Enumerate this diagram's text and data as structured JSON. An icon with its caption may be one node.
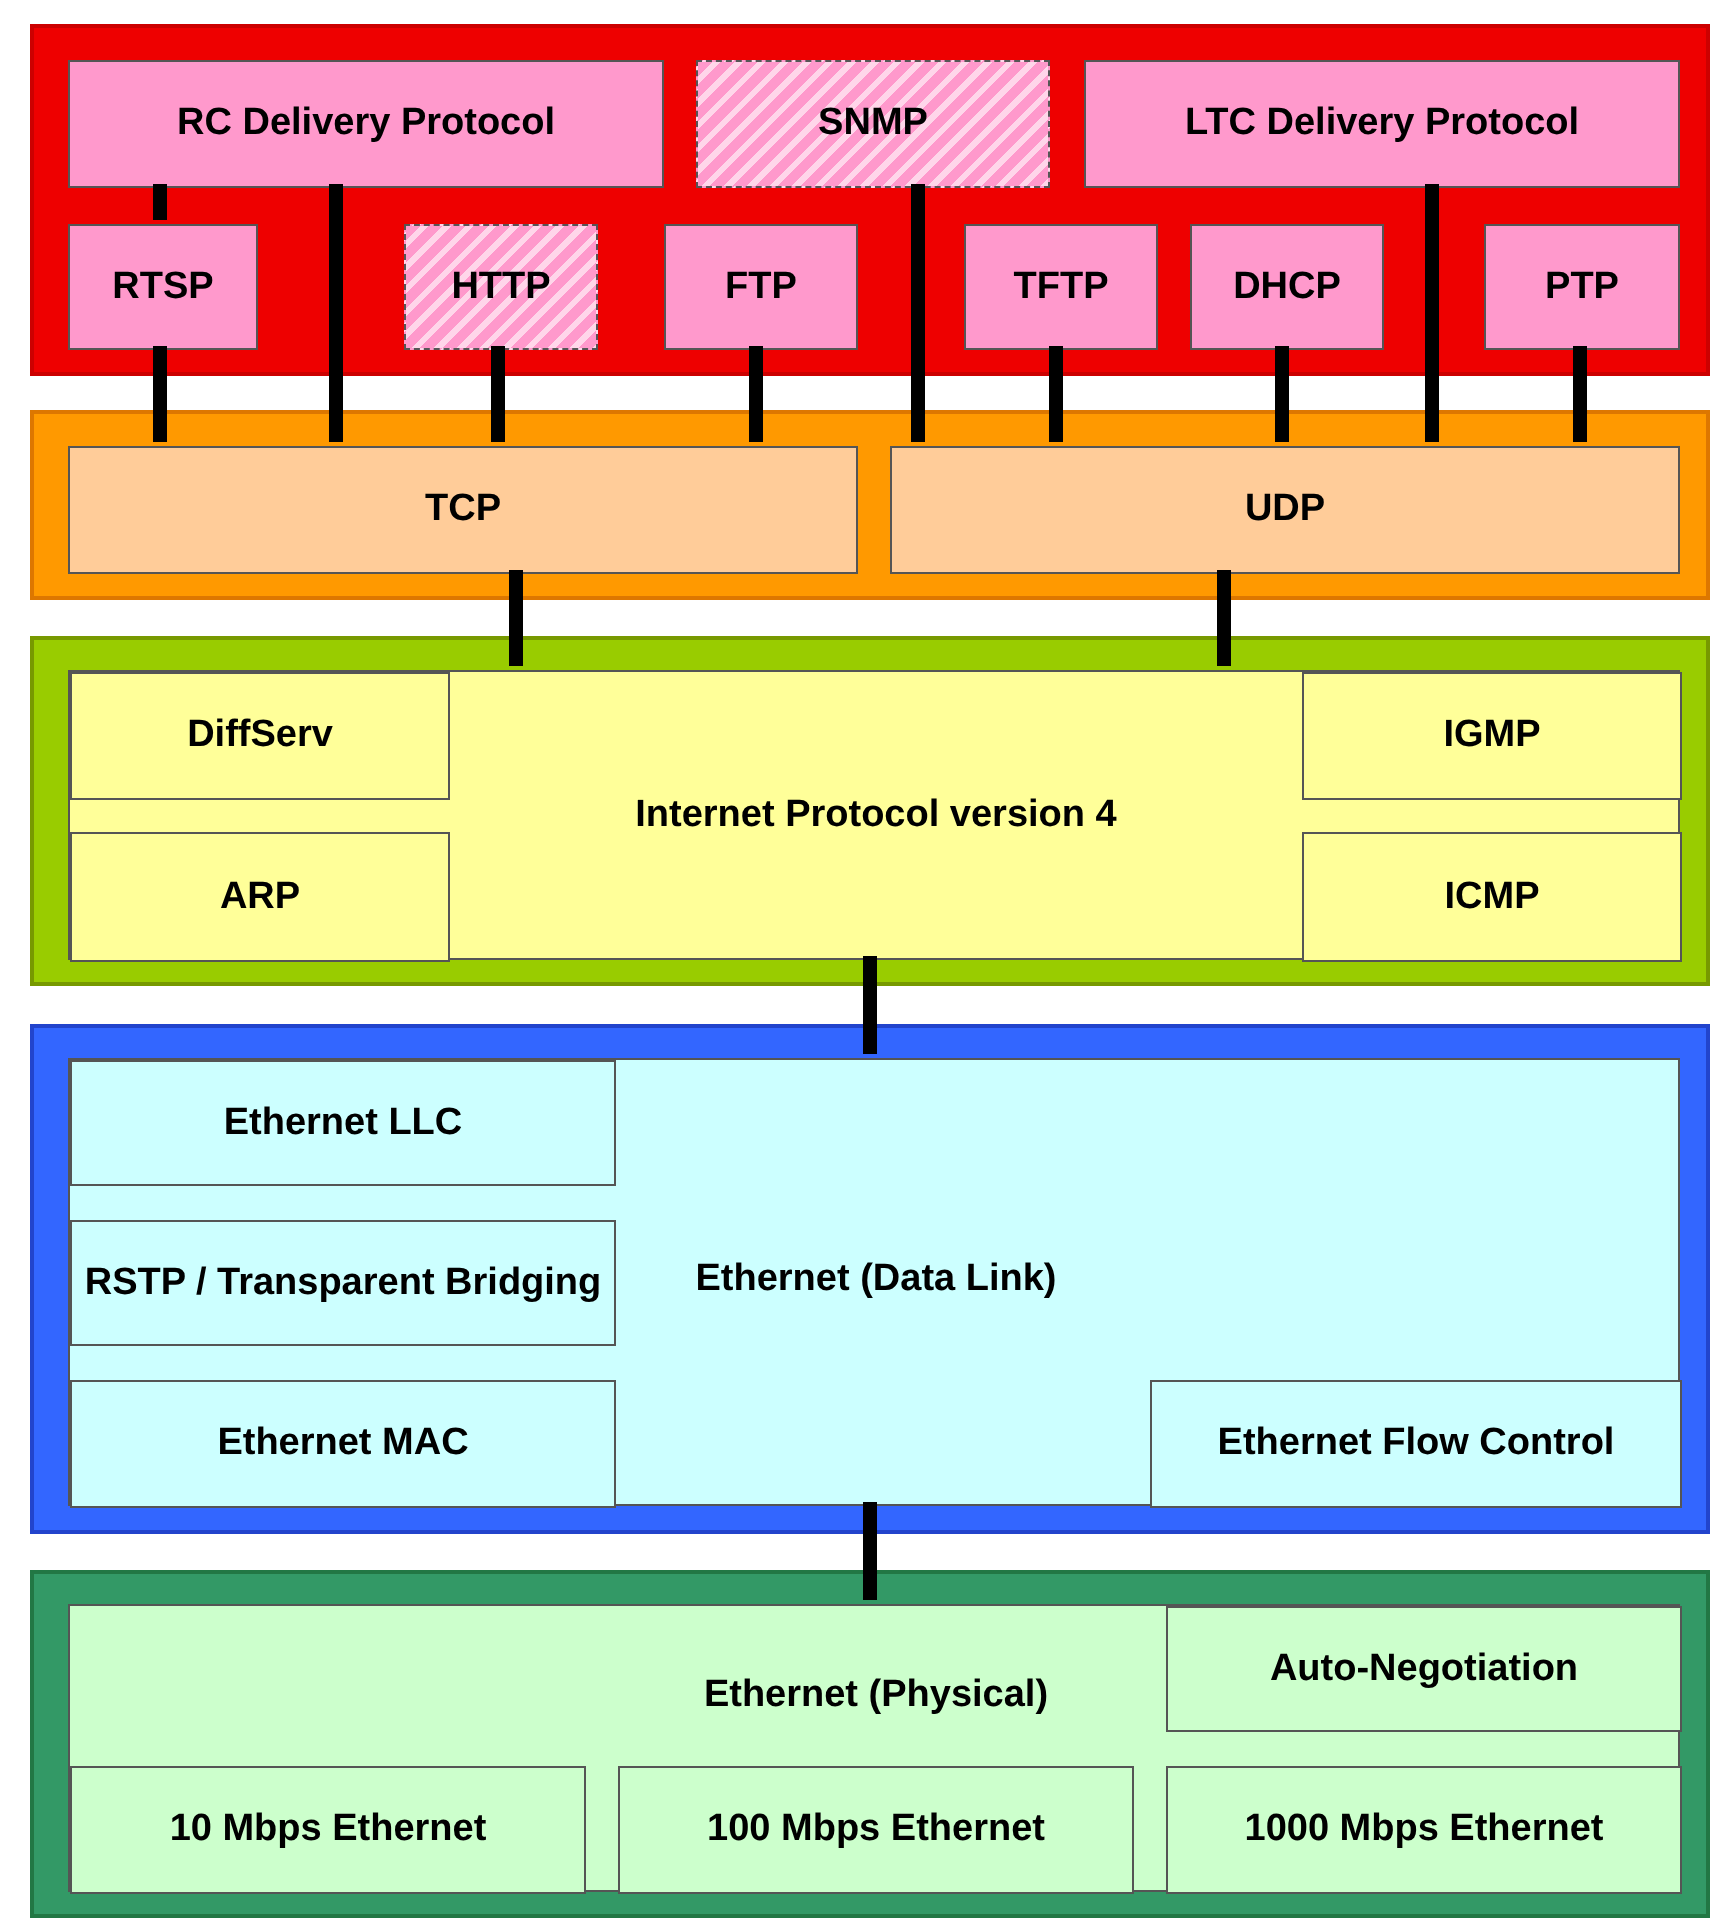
{
  "diagram": {
    "nodes": [
      {
        "text": [],
        "shape": "box"
      },
      {
        "text": [
          "RC Delivery Protocol"
        ],
        "in": 0
      },
      {
        "text": [
          "SNMP"
        ],
        "in": 0
      },
      {
        "text": [
          "LTC Delivery Protocol"
        ],
        "in": 0
      },
      {
        "text": [
          "RTSP"
        ],
        "in": 0
      },
      {
        "text": [
          "HTTP"
        ],
        "in": 0
      },
      {
        "text": [
          "FTP"
        ],
        "in": 0
      },
      {
        "text": [
          "TFTP"
        ],
        "in": 0
      },
      {
        "text": [
          "DHCP"
        ],
        "in": 0
      },
      {
        "text": [
          "PTP"
        ],
        "in": 0
      },
      {
        "text": [],
        "shape": "box"
      },
      {
        "text": [
          "TCP"
        ],
        "in": 10
      },
      {
        "text": [
          "UDP"
        ],
        "in": 10
      },
      {
        "text": [],
        "shape": "box"
      },
      {
        "text": [
          "Internet Protocol version 4"
        ],
        "in": 13
      },
      {
        "text": [
          "DiffServ"
        ],
        "in": 14
      },
      {
        "text": [
          "IGMP"
        ],
        "in": 14
      },
      {
        "text": [
          "ARP"
        ],
        "in": 14
      },
      {
        "text": [
          "ICMP"
        ],
        "in": 14
      },
      {
        "text": [],
        "shape": "box"
      },
      {
        "text": [
          "Ethernet (Data Link)"
        ],
        "in": 19
      },
      {
        "text": [
          "Ethernet LLC"
        ],
        "in": 20
      },
      {
        "text": [
          "RSTP / Transparent Bridging"
        ],
        "in": 20
      },
      {
        "text": [
          "Ethernet MAC"
        ],
        "in": 20
      },
      {
        "text": [
          "Ethernet Flow Control"
        ],
        "in": 20
      },
      {
        "text": [],
        "shape": "box"
      },
      {
        "text": [
          "Ethernet (Physical)"
        ],
        "in": 25
      },
      {
        "text": [
          "Auto-Negotiation"
        ],
        "in": 26
      },
      {
        "text": [
          "10 Mbps Ethernet"
        ],
        "in": 26
      },
      {
        "text": [
          "100 Mbps Ethernet"
        ],
        "in": 26
      },
      {
        "text": [
          "1000 Mbps Ethernet"
        ],
        "in": 26
      }
    ],
    "edges": [
      {
        "from": 1,
        "to": 4,
        "arrow": "none"
      },
      {
        "from": 4,
        "to": 11,
        "arrow": "none"
      },
      {
        "from": 1,
        "to": 11,
        "arrow": "none"
      },
      {
        "from": 5,
        "to": 11,
        "arrow": "none"
      },
      {
        "from": 6,
        "to": 11,
        "arrow": "none"
      },
      {
        "from": 2,
        "to": 12,
        "arrow": "none"
      },
      {
        "from": 7,
        "to": 12,
        "arrow": "none"
      },
      {
        "from": 8,
        "to": 12,
        "arrow": "none"
      },
      {
        "from": 3,
        "to": 12,
        "arrow": "none"
      },
      {
        "from": 9,
        "to": 12,
        "arrow": "none"
      },
      {
        "from": 11,
        "to": 14,
        "arrow": "none"
      },
      {
        "from": 12,
        "to": 14,
        "arrow": "none"
      },
      {
        "from": 14,
        "to": 20,
        "arrow": "none"
      },
      {
        "from": 20,
        "to": 26,
        "arrow": "none"
      }
    ]
  }
}
